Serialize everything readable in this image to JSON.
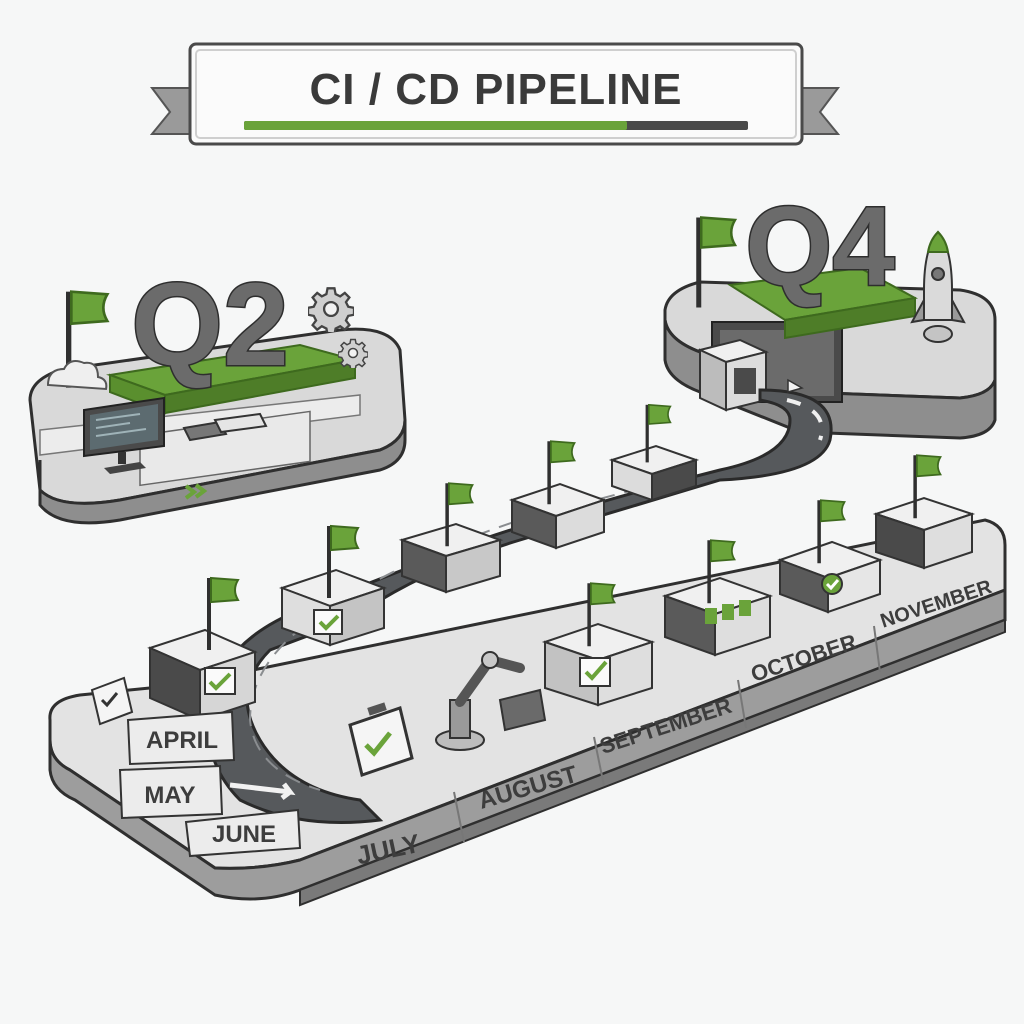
{
  "title": "CI / CD PIPELINE",
  "progress": 0.76,
  "colors": {
    "accent": "#6aa33a",
    "accent_dark": "#4e7d28",
    "track": "#56595c",
    "platform": "#dcdcdc",
    "outline": "#2f2f2f"
  },
  "quarters": {
    "start": "Q2",
    "end": "Q4"
  },
  "months": {
    "april": "APRIL",
    "may": "MAY",
    "june": "JUNE",
    "july": "JULY",
    "august": "AUGUST",
    "september": "SEPTEMBER",
    "october": "OCTOBER",
    "november": "NOVEMBER"
  },
  "icons": [
    "gear-icon",
    "cloud-icon",
    "flag-icon",
    "checkmark-icon",
    "rocket-icon",
    "robot-arm-icon",
    "clipboard-icon",
    "monitor-icon",
    "server-icon"
  ]
}
